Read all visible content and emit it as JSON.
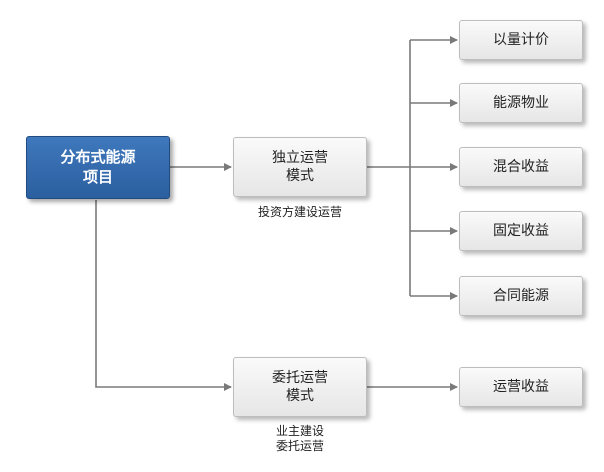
{
  "root": {
    "line1": "分布式能源",
    "line2": "项目"
  },
  "modes": [
    {
      "line1": "独立运营",
      "line2": "模式",
      "caption": [
        "投资方建设运营"
      ],
      "outcomes": [
        "以量计价",
        "能源物业",
        "混合收益",
        "固定收益",
        "合同能源"
      ]
    },
    {
      "line1": "委托运营",
      "line2": "模式",
      "caption": [
        "业主建设",
        "委托运营"
      ],
      "outcomes": [
        "运营收益"
      ]
    }
  ],
  "colors": {
    "root_fill": "#3367ab",
    "connector": "#7a7a7a"
  }
}
